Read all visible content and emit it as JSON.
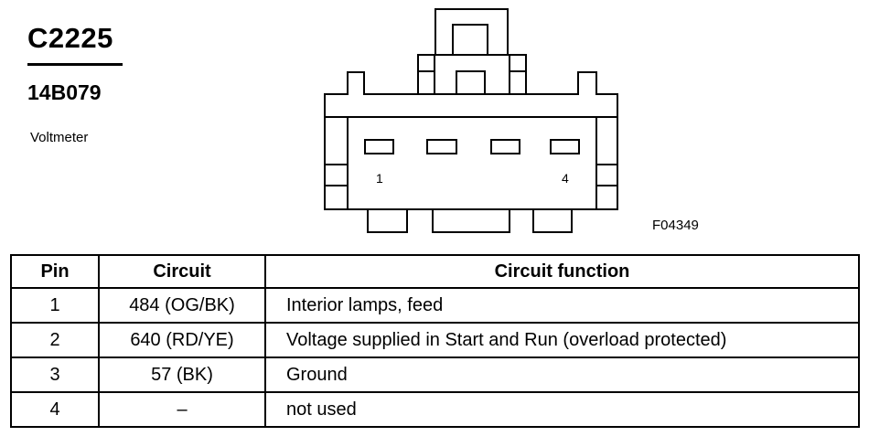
{
  "connector": {
    "id": "C2225",
    "part_number": "14B079",
    "description": "Voltmeter",
    "figure_id": "F04349",
    "pin_labels": [
      "1",
      "4"
    ]
  },
  "table": {
    "headers": [
      "Pin",
      "Circuit",
      "Circuit function"
    ],
    "rows": [
      {
        "pin": "1",
        "circuit": "484 (OG/BK)",
        "function": "Interior lamps, feed"
      },
      {
        "pin": "2",
        "circuit": "640 (RD/YE)",
        "function": "Voltage supplied in Start and Run (overload protected)"
      },
      {
        "pin": "3",
        "circuit": "57 (BK)",
        "function": "Ground"
      },
      {
        "pin": "4",
        "circuit": "–",
        "function": "not used"
      }
    ]
  }
}
